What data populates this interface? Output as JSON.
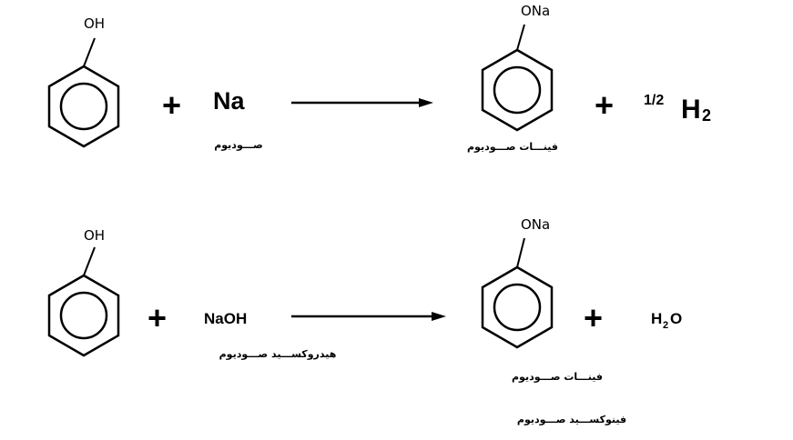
{
  "reaction_1": {
    "reactant_group": "OH",
    "plus_1": "+",
    "reagent": "Na",
    "reagent_name_ar": "صـــوديوم",
    "product_group": "ONa",
    "product_name_ar": "فينـــات صـــوديوم",
    "plus_2": "+",
    "byproduct_coefficient": "1/2",
    "byproduct_base": "H",
    "byproduct_subscript": "2"
  },
  "reaction_2": {
    "reactant_group": "OH",
    "plus_1": "+",
    "reagent": "NaOH",
    "reagent_name_ar": "هيدروكســـيد صـــوديوم",
    "product_group": "ONa",
    "product_name_ar": "فينـــات صـــوديوم",
    "product_name_ar_alt": "فينوكســـيد صـــوديوم",
    "plus_2": "+",
    "byproduct_base": "H",
    "byproduct_subscript": "2",
    "byproduct_tail": "O"
  }
}
